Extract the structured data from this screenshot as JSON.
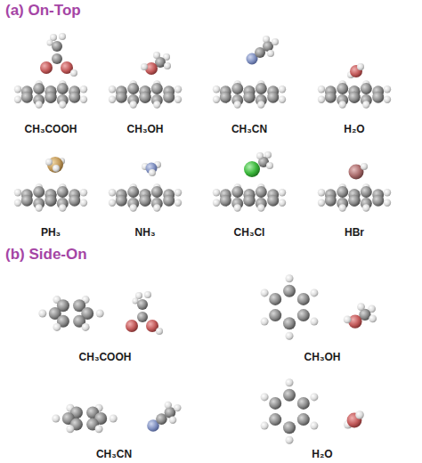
{
  "diagram": {
    "labels": [
      "(a) On-Top",
      "CH₃COOH",
      "CH₃OH",
      "CH₃CN",
      "H₂O",
      "PH₃",
      "NH₃",
      "CH₃Cl",
      "HBr",
      "(b) Side-On",
      "CH₃COOH",
      "CH₃OH",
      "CH₃CN",
      "H₂O"
    ]
  }
}
